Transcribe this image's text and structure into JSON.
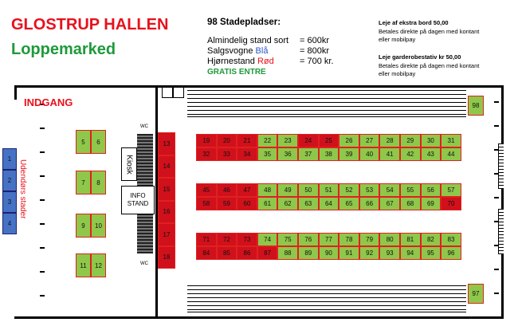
{
  "header": {
    "title": "GLOSTRUP HALLEN",
    "subtitle": "Loppemarked"
  },
  "pricing": {
    "heading": "98 Stadepladser:",
    "lines": [
      {
        "label_a": "Almindelig stand sort",
        "label_b": "",
        "label_c": "",
        "value": "= 600kr",
        "color": ""
      },
      {
        "label_a": "Salgsvogne ",
        "label_b": "Blå",
        "label_c": "",
        "value": "= 800kr",
        "color": "#2a56c6"
      },
      {
        "label_a": "Hjørnestand  ",
        "label_b": "Rød",
        "label_c": "",
        "value": "= 700 kr.",
        "color": "#e8101c"
      }
    ],
    "gratis": "GRATIS ENTRE"
  },
  "info": {
    "bord_title": "Leje af ekstra bord 50,00",
    "bord_text": "Betales direkte på dagen med kontant eller mobilpay",
    "garderobe_title": "Leje garderobestativ kr 50,00",
    "garderobe_text": "Betales direkte på dagen med kontant eller mobilpay"
  },
  "plan": {
    "entrance": "INDGANG",
    "outdoor_label": "Udendørs stader",
    "kiosk": "Kiosk",
    "info_stand": [
      "INFO",
      "STAND"
    ],
    "wc_top": "WC",
    "wc_bottom": "WC"
  },
  "colors": {
    "green": "#8fc74a",
    "red": "#d0111b",
    "blue": "#4572c4"
  },
  "stalls": {
    "outdoor": [
      "1",
      "2",
      "3",
      "4"
    ],
    "left_pairs": [
      [
        "5",
        "6"
      ],
      [
        "7",
        "8"
      ],
      [
        "9",
        "10"
      ],
      [
        "11",
        "12"
      ]
    ],
    "wall_column": [
      "13",
      "14",
      "15",
      "16",
      "17",
      "18"
    ],
    "row_a": [
      "19",
      "20",
      "21",
      "22",
      "23",
      "24",
      "25",
      "26",
      "27",
      "28",
      "29",
      "30",
      "31"
    ],
    "row_b": [
      "32",
      "33",
      "34",
      "35",
      "36",
      "37",
      "38",
      "39",
      "40",
      "41",
      "42",
      "43",
      "44"
    ],
    "row_c": [
      "45",
      "46",
      "47",
      "48",
      "49",
      "50",
      "51",
      "52",
      "53",
      "54",
      "55",
      "56",
      "57"
    ],
    "row_d": [
      "58",
      "59",
      "60",
      "61",
      "62",
      "63",
      "64",
      "65",
      "66",
      "67",
      "68",
      "69",
      "70"
    ],
    "row_e": [
      "71",
      "72",
      "73",
      "74",
      "75",
      "76",
      "77",
      "78",
      "79",
      "80",
      "81",
      "82",
      "83"
    ],
    "row_f": [
      "84",
      "85",
      "86",
      "87",
      "88",
      "89",
      "90",
      "91",
      "92",
      "93",
      "94",
      "95",
      "96"
    ],
    "top_corner": "98",
    "bottom_corner": "97",
    "red_ids": [
      "19",
      "20",
      "21",
      "24",
      "25",
      "32",
      "33",
      "34",
      "45",
      "46",
      "47",
      "58",
      "59",
      "60",
      "70",
      "71",
      "72",
      "73",
      "84",
      "85",
      "86",
      "87"
    ]
  }
}
